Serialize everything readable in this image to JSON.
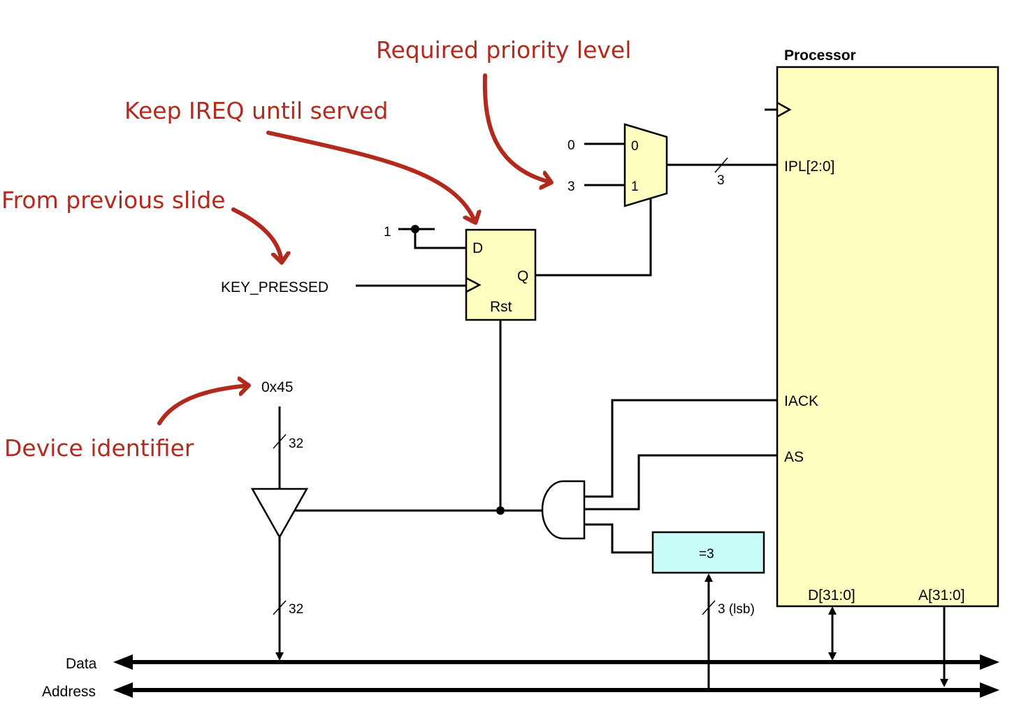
{
  "colors": {
    "annotation": "#b22a1e",
    "flipflop_fill": "#ffffc2",
    "processor_fill": "#ffffc2",
    "mux_fill": "#ffffc2",
    "comparator_fill": "#c8fafa"
  },
  "annotations": {
    "required_priority": "Required priority level",
    "keep_ireq": "Keep IREQ until served",
    "from_previous": "From previous slide",
    "device_identifier": "Device identifier"
  },
  "processor": {
    "title": "Processor",
    "ipl": "IPL[2:0]",
    "iack": "IACK",
    "as": "AS",
    "data": "D[31:0]",
    "address": "A[31:0]"
  },
  "mux": {
    "in0": "0",
    "in1": "1",
    "const0": "0",
    "const3": "3",
    "width": "3"
  },
  "flipflop": {
    "d": "D",
    "q": "Q",
    "rst": "Rst",
    "const1": "1",
    "input": "KEY_PRESSED"
  },
  "device_id": {
    "value": "0x45",
    "width_top": "32",
    "width_bottom": "32"
  },
  "comparator": {
    "label": "=3",
    "width": "3 (lsb)"
  },
  "buses": {
    "data": "Data",
    "address": "Address"
  }
}
